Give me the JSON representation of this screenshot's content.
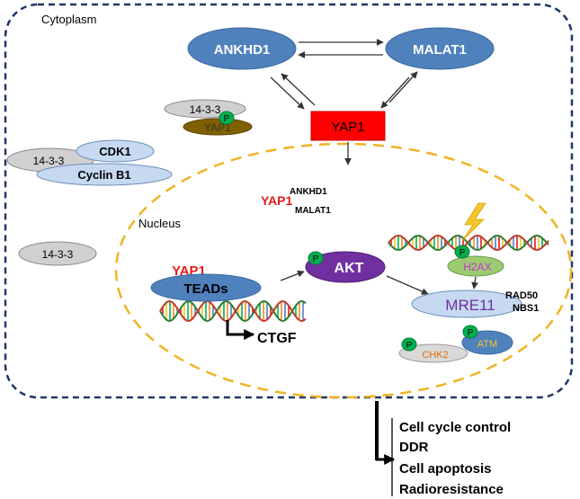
{
  "compartments": {
    "cytoplasm": "Cytoplasm",
    "nucleus": "Nucleus"
  },
  "nodes": {
    "ankhd1": "ANKHD1",
    "malat1": "MALAT1",
    "yap1_main": "YAP1",
    "complex_1433_a": "14-3-3",
    "yap1_bound": "YAP1",
    "cdk1": "CDK1",
    "complex_1433_b": "14-3-3",
    "cyclin_b1": "Cyclin B1",
    "complex_1433_c": "14-3-3",
    "yap1_nuclear": "YAP1",
    "ankhd1_nuclear": "ANKHD1",
    "malat1_nuclear": "MALAT1",
    "akt": "AKT",
    "yap1_teads": "YAP1",
    "teads": "TEADs",
    "ctgf": "CTGF",
    "h2ax": "H2AX",
    "mre11": "MRE11",
    "rad50": "RAD50",
    "nbs1": "NBS1",
    "atm": "ATM",
    "chk2": "CHK2"
  },
  "phospho_label": "P",
  "outcomes": [
    "Cell cycle control",
    "DDR",
    "Cell apoptosis",
    "Radioresistance"
  ],
  "colors": {
    "blue_node": "#4F81BD",
    "light_blue": "#C6D9F1",
    "grey": "#D0D0D0",
    "yap1_box": "#FF0000",
    "akt": "#7030A0",
    "brown": "#7F6000",
    "phospho_green": "#00B050",
    "nucleus_border": "#F0B323",
    "cytoplasm_border": "#1F3864",
    "red_text": "#E31A1C",
    "purple_text": "#7030A0",
    "orange_text": "#E46C0A"
  }
}
